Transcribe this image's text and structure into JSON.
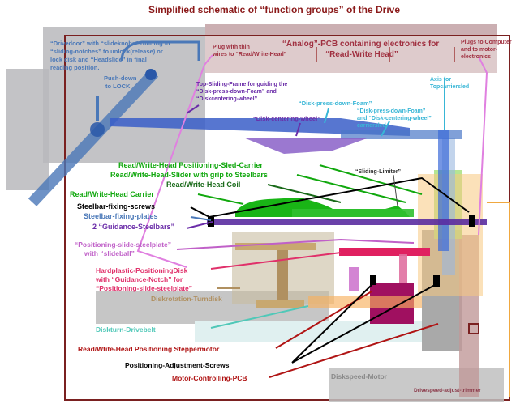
{
  "title": "Simplified schematic of “function groups” of the Drive",
  "labels": {
    "drivedoor": [
      "“Drivedoor” with “slideknobs” running in",
      "“sliding-notches” to unlock(release) or",
      "lock disk and “Headslide” in final",
      "reading position."
    ],
    "push_down": [
      "Push-down",
      "to LOCK"
    ],
    "plug_thin_wires": [
      "Plug with thin",
      "wires to “Read/Write-Head”"
    ],
    "analog_pcb": [
      "“Analog”-PCB containing electronics for",
      "“Read-Write Head”"
    ],
    "plugs_computer": [
      "Plugs to Computer",
      "and to motor-",
      "electronics"
    ],
    "top_sliding_frame": [
      "Top-Sliding-Frame for guiding the",
      "“Disk-press-down-Foam” and",
      "“Diskcentering-wheel”"
    ],
    "axis_topcarriersled": [
      "Axis for",
      "Topcarriersled"
    ],
    "disk_press_down_foam": "“Disk-press-down-Foam”",
    "disk_centering_wheel": "“Disk-centering-wheel”",
    "foam_wheel_carriersled": [
      "“Disk-press-down-Foam”",
      "and “Disk-centering-wheel”",
      "carriersled"
    ],
    "rw_positioning_sled_carrier": "Read/Write-Head Positioning-Sled-Carrier",
    "rw_slider_grip": "Read/Write-Head-Slider with grip to Steelbars",
    "sliding_limiter": "“Sliding-Limiter”",
    "rw_coil": "Read/Write-Head Coil",
    "rw_carrier": "Read/Write-Head Carrier",
    "steelbar_fixing_screws": "Steelbar-fixing-screws",
    "steelbar_fixing_plates": "Steelbar-fixing-plates",
    "guidance_steelbars": "2 “Guidance-Steelbars”",
    "positioning_slide_steelplate": [
      "“Positioning-slide-steelplate”",
      "with “slideball”"
    ],
    "hardplastic_disk": [
      "Hardplastic-PositioningDisk",
      "with “Guidance-Notch” for",
      "“Positioning-slide-steelplate”"
    ],
    "diskrotation_turndisk": "Diskrotation-Turndisk",
    "diskturn_drivebelt": "Diskturn-Drivebelt",
    "stepper_motor": "Read/Wtite-Head Positioning Steppermotor",
    "adjustment_screws": "Positioning-Adjustment-Screws",
    "motor_pcb": "Motor-Controlling-PCB",
    "diskspeed_motor": "Diskspeed-Motor",
    "diskspeed_trimmer": "Drivespeed-adjust-trimmer"
  },
  "colors": {
    "title": "#8b1a1a",
    "frame": "#7a2020",
    "steel_blue": "#4a78b8",
    "purple": "#6a2ca8",
    "cyan": "#38b6d6",
    "green": "#11a80e",
    "dark_green": "#1a6a1a",
    "pink": "#c060c8",
    "magenta": "#e0306a",
    "red": "#b01414",
    "tan": "#b09060",
    "teal": "#50c8b8",
    "gray": "#a8a8a8",
    "rose_gray": "#c8a8a8",
    "black": "#000000"
  }
}
